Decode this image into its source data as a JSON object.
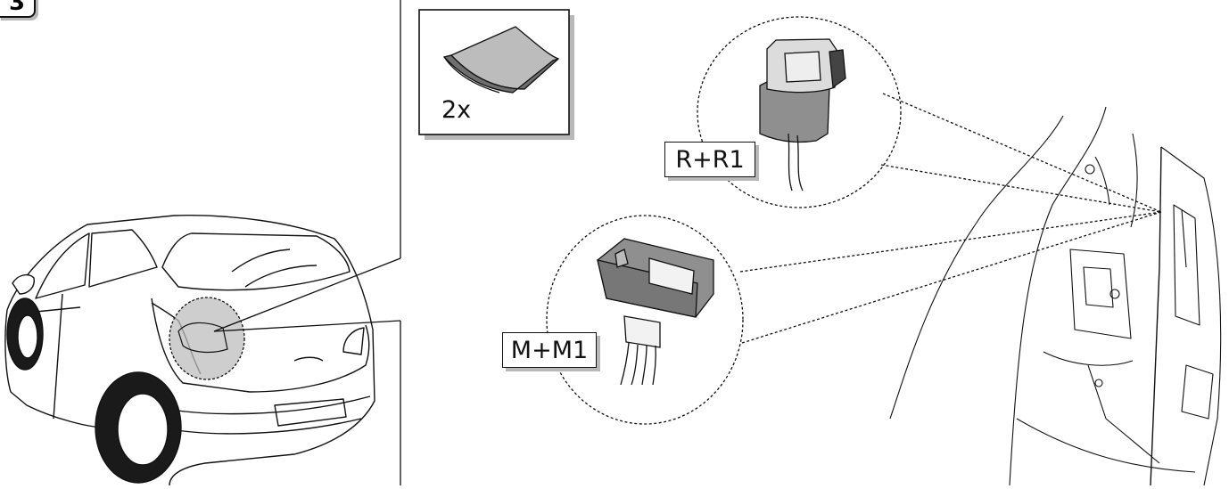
{
  "step": {
    "number": "3"
  },
  "parts": {
    "adhesive_pad": {
      "quantity": "2x",
      "icon": "adhesive-pad-icon"
    },
    "relay": {
      "label": "R+R1",
      "icon": "relay-icon"
    },
    "module": {
      "label": "M+M1",
      "icon": "control-module-icon"
    }
  },
  "colors": {
    "line": "#111111",
    "part_fill": "#8f8f8f",
    "part_light": "#dcdcdc",
    "highlight": "#bdbdbd",
    "shadow": "#b8b8b8"
  }
}
